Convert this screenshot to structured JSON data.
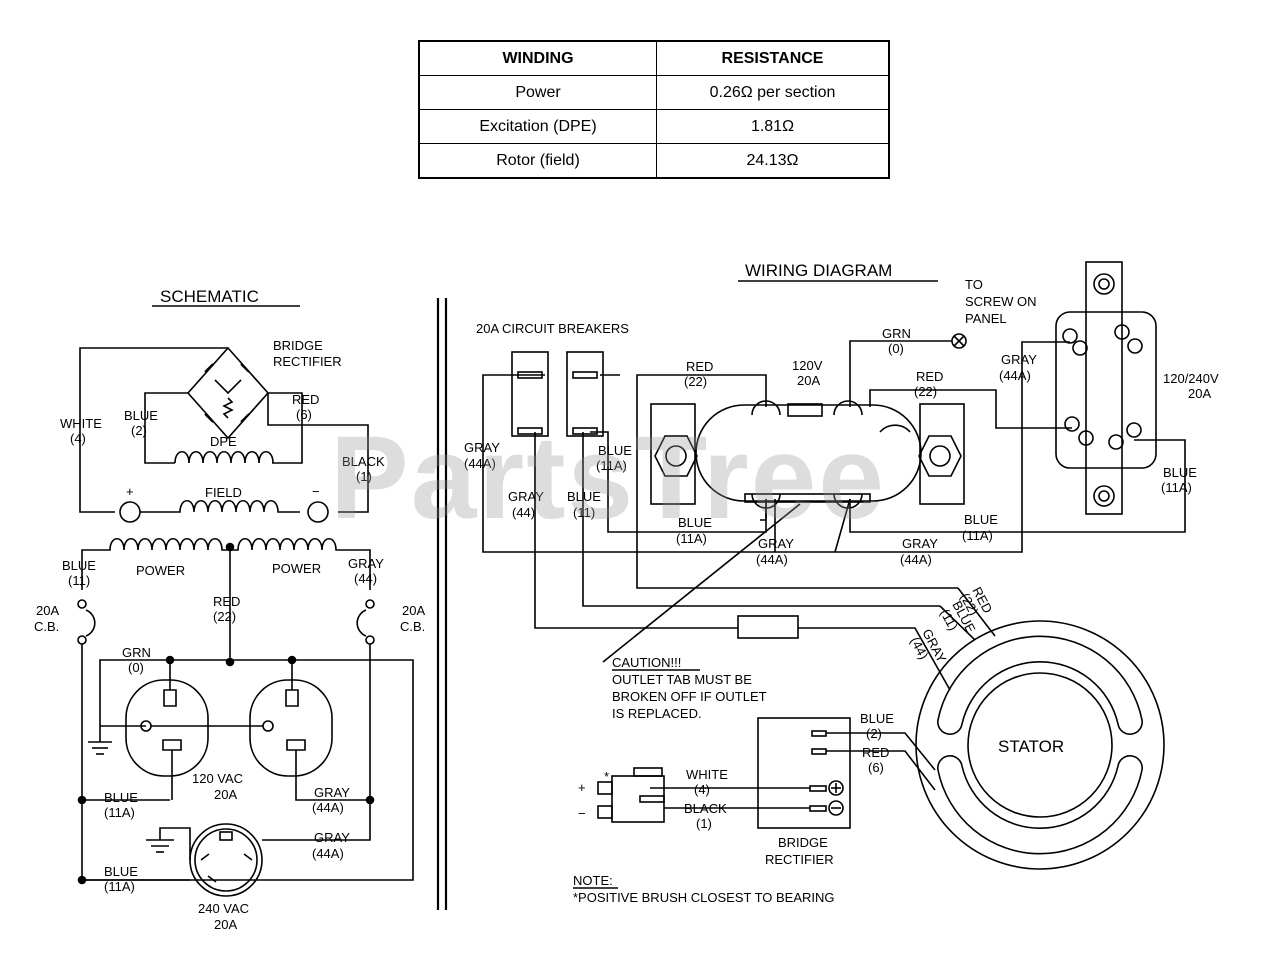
{
  "table": {
    "headers": [
      "WINDING",
      "RESISTANCE"
    ],
    "rows": [
      [
        "Power",
        "0.26Ω per section"
      ],
      [
        "Excitation (DPE)",
        "1.81Ω"
      ],
      [
        "Rotor (field)",
        "24.13Ω"
      ]
    ]
  },
  "schematic": {
    "title": "SCHEMATIC",
    "bridge_rectifier": [
      "BRIDGE",
      "RECTIFIER"
    ],
    "white": [
      "WHITE",
      "(4)"
    ],
    "blue2": [
      "BLUE",
      "(2)"
    ],
    "red6": [
      "RED",
      "(6)"
    ],
    "dpe": "DPE",
    "black1": [
      "BLACK",
      "(1)"
    ],
    "plus": "+",
    "minus": "−",
    "field": "FIELD",
    "blue11": [
      "BLUE",
      "(11)"
    ],
    "power_left": "POWER",
    "power_right": "POWER",
    "gray44": [
      "GRAY",
      "(44)"
    ],
    "red22": [
      "RED",
      "(22)"
    ],
    "cb_left": [
      "20A",
      "C.B."
    ],
    "cb_right": [
      "20A",
      "C.B."
    ],
    "grn0": [
      "GRN",
      "(0)"
    ],
    "blue11a_1": [
      "BLUE",
      "(11A)"
    ],
    "vac120": [
      "120 VAC",
      "20A"
    ],
    "gray44a_1": [
      "GRAY",
      "(44A)"
    ],
    "gray44a_2": [
      "GRAY",
      "(44A)"
    ],
    "blue11a_2": [
      "BLUE",
      "(11A)"
    ],
    "vac240": [
      "240 VAC",
      "20A"
    ]
  },
  "wiring": {
    "title": "WIRING DIAGRAM",
    "breakers": "20A CIRCUIT BREAKERS",
    "to_screw": [
      "TO",
      "SCREW ON",
      "PANEL"
    ],
    "grn0": [
      "GRN",
      "(0)"
    ],
    "red22_a": [
      "RED",
      "(22)"
    ],
    "v120": [
      "120V",
      "20A"
    ],
    "red22_b": [
      "RED",
      "(22)"
    ],
    "gray44a_top": [
      "GRAY",
      "(44A)"
    ],
    "v120240": [
      "120/240V",
      "20A"
    ],
    "gray44a_left": [
      "GRAY",
      "(44A)"
    ],
    "blue11a_left": [
      "BLUE",
      "(11A)"
    ],
    "gray44": [
      "GRAY",
      "(44)"
    ],
    "blue11": [
      "BLUE",
      "(11)"
    ],
    "blue11a_right": [
      "BLUE",
      "(11A)"
    ],
    "blue11a_mid": [
      "BLUE",
      "(11A)"
    ],
    "blue11a_mid2": [
      "BLUE",
      "(11A)"
    ],
    "gray44a_b1": [
      "GRAY",
      "(44A)"
    ],
    "gray44a_b2": [
      "GRAY",
      "(44A)"
    ],
    "stator_wires": [
      "RED",
      "(22)",
      "BLUE",
      "(11)",
      "GRAY",
      "(44)"
    ],
    "caution": [
      "CAUTION!!!",
      "OUTLET TAB MUST BE",
      "BROKEN OFF IF OUTLET",
      "IS REPLACED."
    ],
    "stator": "STATOR",
    "blue2": [
      "BLUE",
      "(2)"
    ],
    "red6": [
      "RED",
      "(6)"
    ],
    "white4": [
      "WHITE",
      "(4)"
    ],
    "black1": [
      "BLACK",
      "(1)"
    ],
    "bridge": [
      "BRIDGE",
      "RECTIFIER"
    ],
    "plus": "+",
    "minus": "−",
    "star": "*",
    "note_title": "NOTE:",
    "note_text": "*POSITIVE BRUSH CLOSEST TO BEARING"
  },
  "watermark": "PartsTree"
}
